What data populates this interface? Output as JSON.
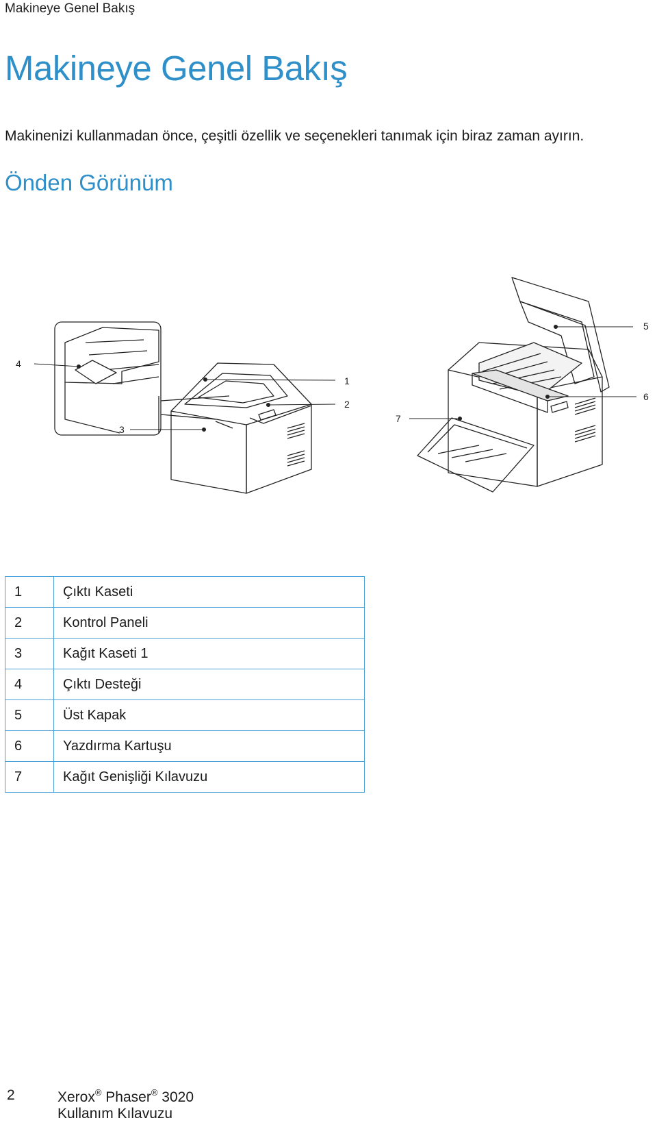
{
  "header": {
    "running_title": "Makineye Genel Bakış"
  },
  "page": {
    "title": "Makineye Genel Bakış",
    "intro": "Makinenizi kullanmadan önce, çeşitli özellik ve seçenekleri tanımak için biraz zaman ayırın.",
    "section_title": "Önden Görünüm"
  },
  "figure": {
    "callouts": [
      "1",
      "2",
      "3",
      "4",
      "5",
      "6",
      "7"
    ]
  },
  "legend": [
    {
      "num": "1",
      "label": "Çıktı Kaseti"
    },
    {
      "num": "2",
      "label": "Kontrol Paneli"
    },
    {
      "num": "3",
      "label": "Kağıt Kaseti 1"
    },
    {
      "num": "4",
      "label": "Çıktı Desteği"
    },
    {
      "num": "5",
      "label": "Üst Kapak"
    },
    {
      "num": "6",
      "label": "Yazdırma Kartuşu"
    },
    {
      "num": "7",
      "label": "Kağıt Genişliği Kılavuzu"
    }
  ],
  "footer": {
    "page_number": "2",
    "brand": "Xerox",
    "registered": "®",
    "product": "Phaser",
    "model": "3020",
    "guide": "Kullanım Kılavuzu"
  }
}
